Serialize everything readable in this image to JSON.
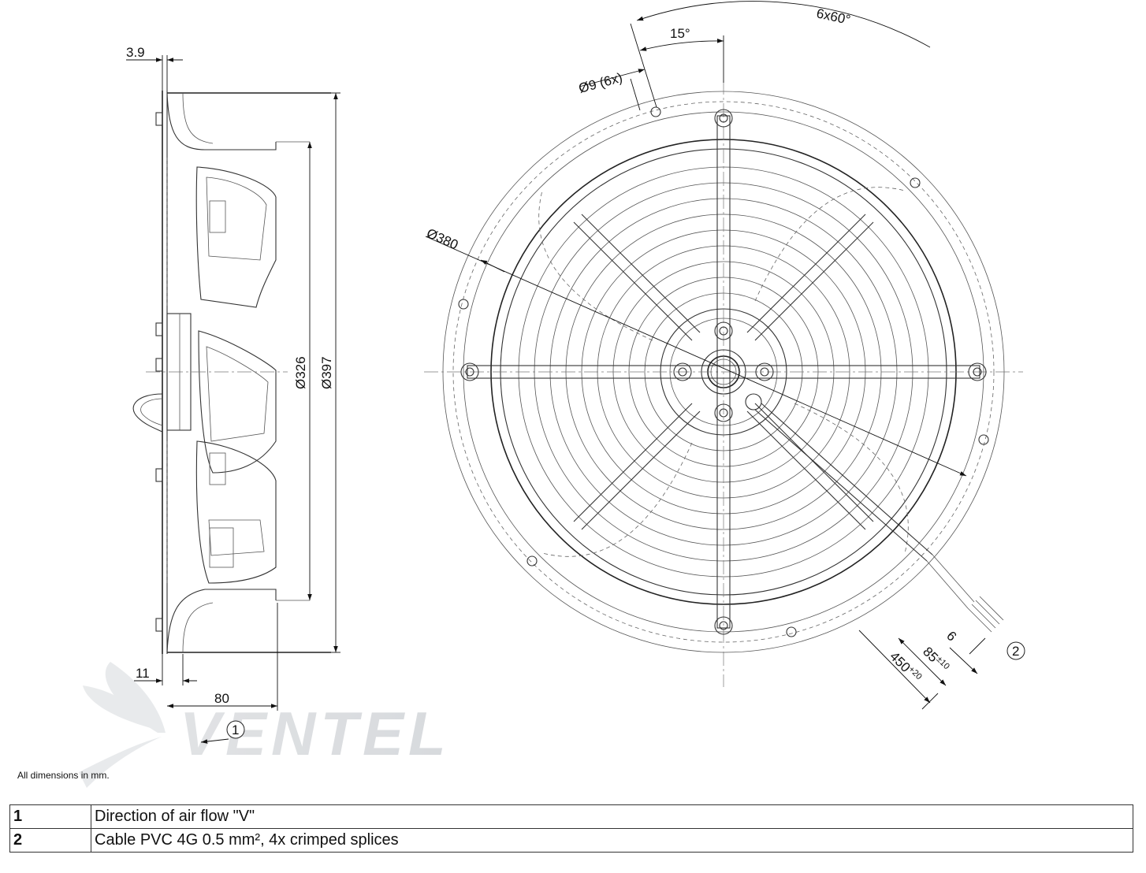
{
  "dimensions": {
    "side_offset": "3.9",
    "inner_diameter": "Ø326",
    "outer_diameter": "Ø397",
    "left_offset": "11",
    "depth": "80",
    "angle": "15°",
    "pattern": "6x60°",
    "holes": "Ø9 (6x)",
    "bolt_circle": "Ø380",
    "cable_length_main": "450",
    "cable_length_main_tol": "+20",
    "cable_strip": "85",
    "cable_strip_tol": "±10",
    "wire_strip": "6"
  },
  "callouts": {
    "c1": "1",
    "c2": "2"
  },
  "watermark": "VENTEL",
  "note": "All dimensions in mm.",
  "legend": [
    {
      "num": "1",
      "text": "Direction of air flow \"V\""
    },
    {
      "num": "2",
      "text": "Cable PVC 4G 0.5 mm², 4x crimped splices"
    }
  ]
}
